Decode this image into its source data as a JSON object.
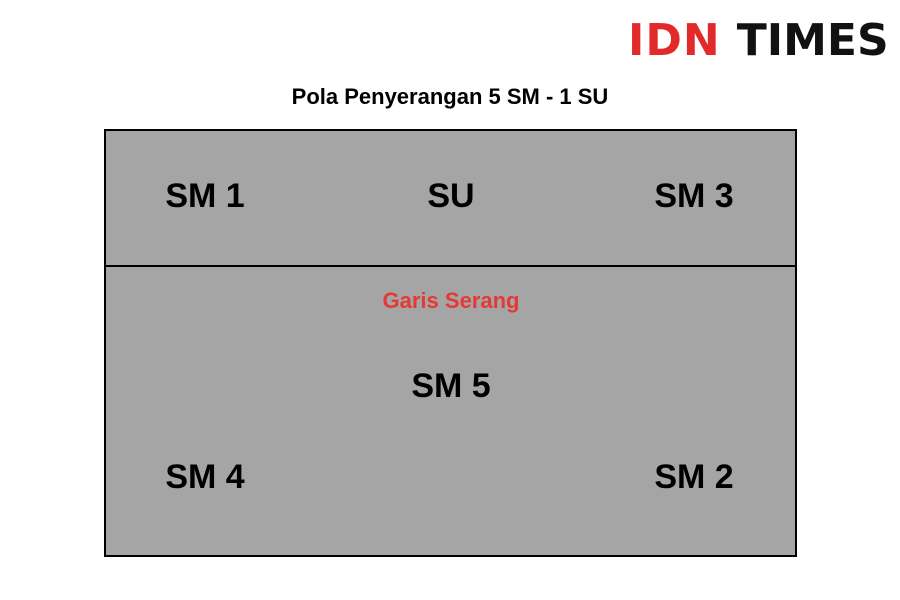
{
  "logo": {
    "part1": "IDN",
    "part2": "TIMES",
    "color1": "#e22a2a",
    "color2": "#111111"
  },
  "title": "Pola Penyerangan 5 SM - 1 SU",
  "court": {
    "fill_color": "#a5a5a5",
    "border_color": "#000000",
    "attack_line_label": "Garis Serang",
    "attack_line_label_color": "#e53935",
    "players": {
      "front_left": "SM 1",
      "front_center": "SU",
      "front_right": "SM 3",
      "back_center": "SM 5",
      "back_left": "SM 4",
      "back_right": "SM 2"
    }
  }
}
